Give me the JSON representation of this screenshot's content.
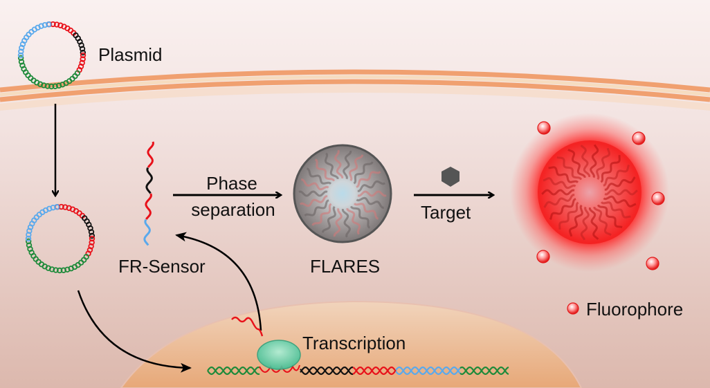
{
  "labels": {
    "plasmid": "Plasmid",
    "phase_top": "Phase",
    "phase_bottom": "separation",
    "fr_sensor": "FR-Sensor",
    "flares": "FLARES",
    "target": "Target",
    "transcription": "Transcription",
    "fluorophore": "Fluorophore"
  },
  "colors": {
    "dna_green": "#1e8a3a",
    "dna_red": "#e8111a",
    "dna_black": "#111111",
    "dna_blue": "#5aa9ec",
    "membrane": "#f0a070",
    "nucleus": "#efc49e",
    "polymerase": "#5fd8b0",
    "target_hexagon": "#555555",
    "fluorophore": "#ff3333"
  },
  "plasmid_segments": [
    {
      "color": "dna_red",
      "from": -95,
      "to": -40
    },
    {
      "color": "dna_black",
      "from": -40,
      "to": 0
    },
    {
      "color": "dna_red",
      "from": 0,
      "to": 35
    },
    {
      "color": "dna_green",
      "from": 35,
      "to": 180
    },
    {
      "color": "dna_blue",
      "from": 180,
      "to": 265
    }
  ],
  "gene_segments": [
    "dna_green",
    "dna_red",
    "dna_black",
    "dna_red",
    "dna_blue",
    "dna_green"
  ],
  "sensor_segments": [
    "dna_red",
    "dna_black",
    "dna_red",
    "dna_blue"
  ]
}
